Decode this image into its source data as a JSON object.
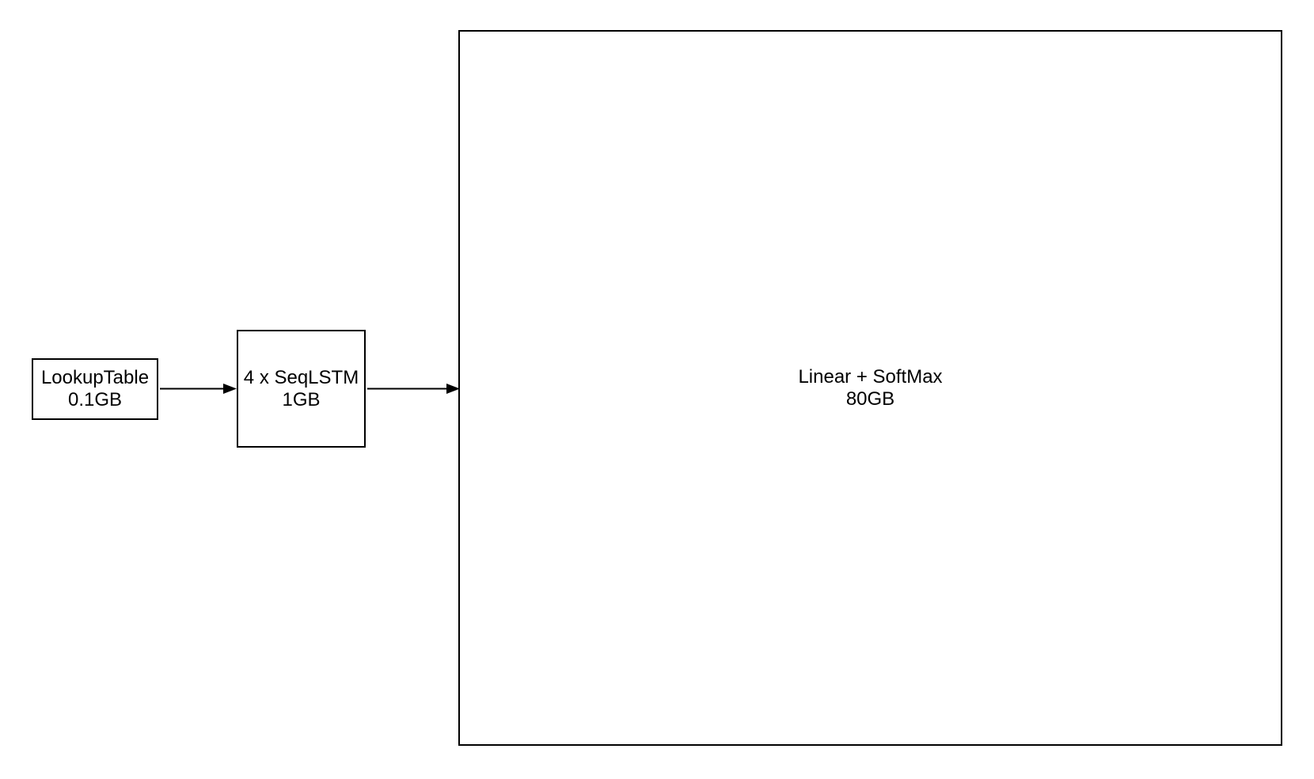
{
  "page": {
    "background": "#ffffff"
  },
  "diagram": {
    "type": "flow-diagram",
    "nodes": [
      {
        "label": "LookupTable",
        "size": "0.1GB"
      },
      {
        "label": "4 x SeqLSTM",
        "size": "1GB"
      },
      {
        "label": "Linear + SoftMax",
        "size": "80GB"
      }
    ],
    "edges": [
      {
        "from": "LookupTable",
        "to": "4 x SeqLSTM",
        "direction": "right"
      },
      {
        "from": "4 x SeqLSTM",
        "to": "Linear + SoftMax",
        "direction": "right"
      }
    ],
    "colors": {
      "node_border": "#000000",
      "node_fill": "#ffffff",
      "text": "#000000",
      "arrow": "#000000"
    }
  }
}
